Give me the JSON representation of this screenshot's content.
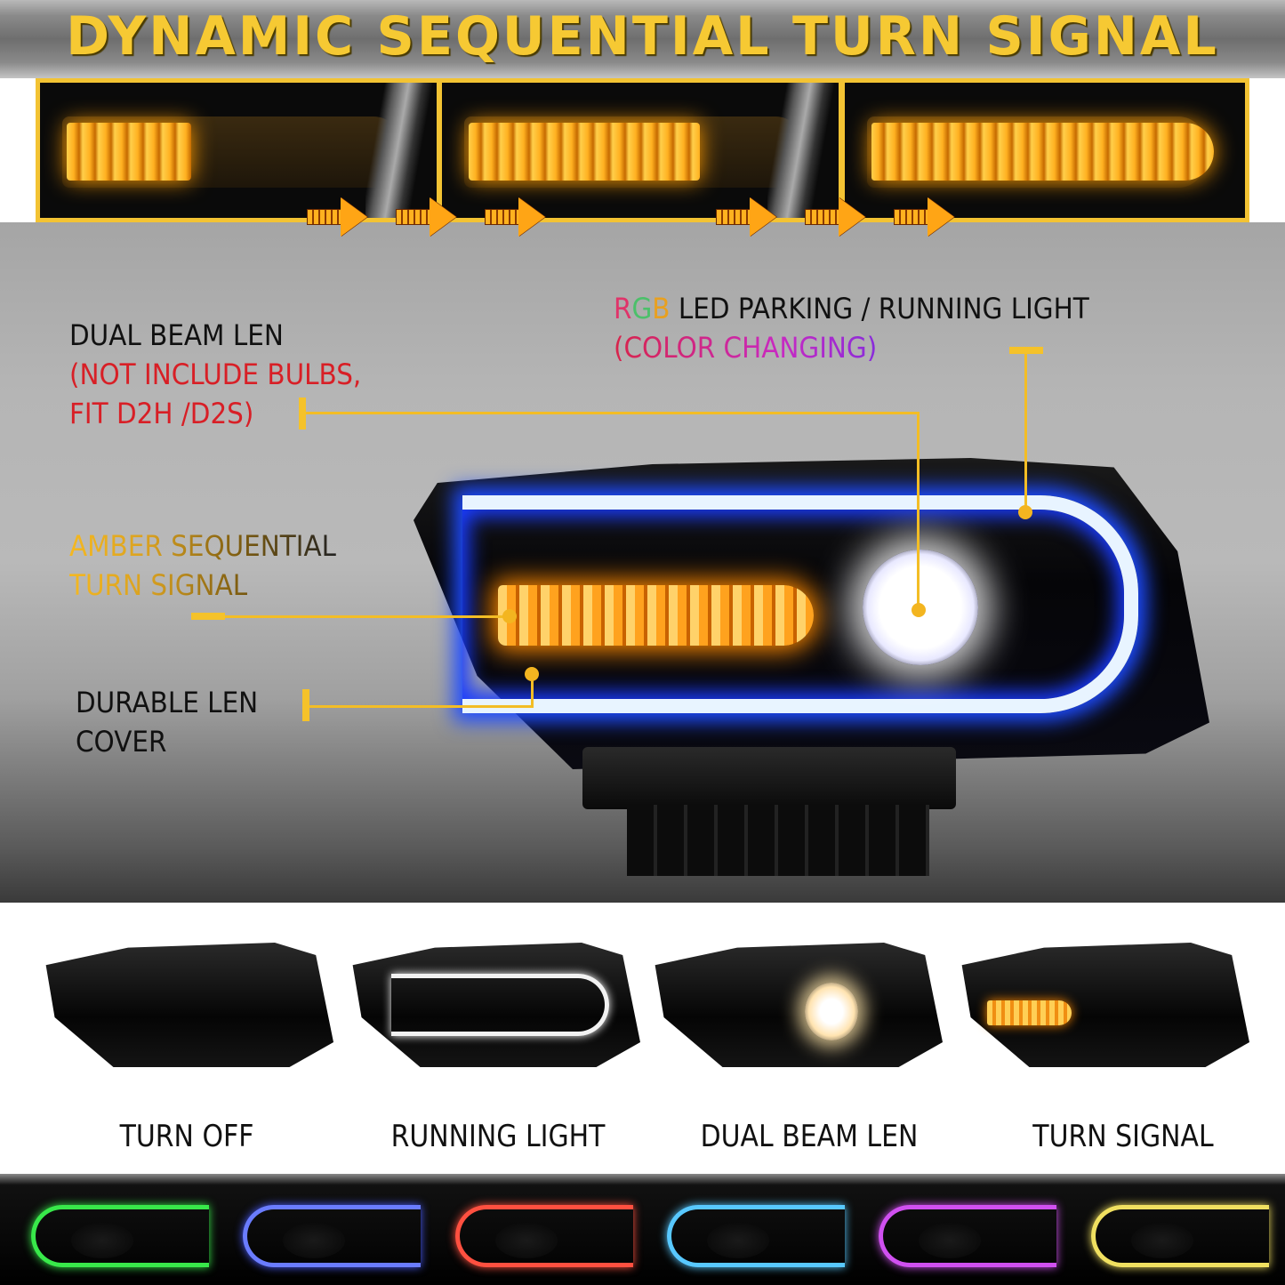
{
  "banner": {
    "title": "DYNAMIC SEQUENTIAL TURN SIGNAL",
    "title_color": "#f6c933"
  },
  "sequence": {
    "frames": [
      {
        "stage": "partial-1",
        "description": "first segments lit"
      },
      {
        "stage": "partial-2",
        "description": "more segments lit"
      },
      {
        "stage": "full",
        "description": "all segments lit"
      }
    ],
    "frame_border_color": "#f3c333",
    "arrow_groups": [
      3,
      3
    ],
    "arrow_icon": "sequential-arrow-icon"
  },
  "callouts": {
    "dual_beam": {
      "title": "DUAL BEAM LEN",
      "note_line1": "(NOT INCLUDE BULBS,",
      "note_line2": "FIT D2H /D2S)",
      "note_color": "#d81f26"
    },
    "rgb": {
      "prefix_r": "R",
      "prefix_g": "G",
      "prefix_b": "B",
      "title": " LED PARKING / RUNNING LIGHT",
      "subtitle": "(COLOR CHANGING)"
    },
    "amber": {
      "line1_a": "AMBER ",
      "line1_b": "SEQUENTIAL",
      "line2": "TURN SIGNAL"
    },
    "durable": {
      "line1": "DURABLE LEN",
      "line2": "COVER"
    },
    "leader_color": "#f3bd25"
  },
  "variants": [
    {
      "label": "TURN OFF",
      "mode": "off"
    },
    {
      "label": "RUNNING LIGHT",
      "mode": "drl"
    },
    {
      "label": "DUAL BEAM LEN",
      "mode": "beam"
    },
    {
      "label": "TURN SIGNAL",
      "mode": "turn"
    }
  ],
  "color_modes": [
    {
      "name": "green",
      "color": "#38e84a"
    },
    {
      "name": "blue",
      "color": "#4a5cff"
    },
    {
      "name": "red",
      "color": "#ff5040"
    },
    {
      "name": "cyan",
      "color": "#58c8ff"
    },
    {
      "name": "purple",
      "color": "#d050f0"
    },
    {
      "name": "yellow",
      "color": "#f0e060"
    }
  ]
}
